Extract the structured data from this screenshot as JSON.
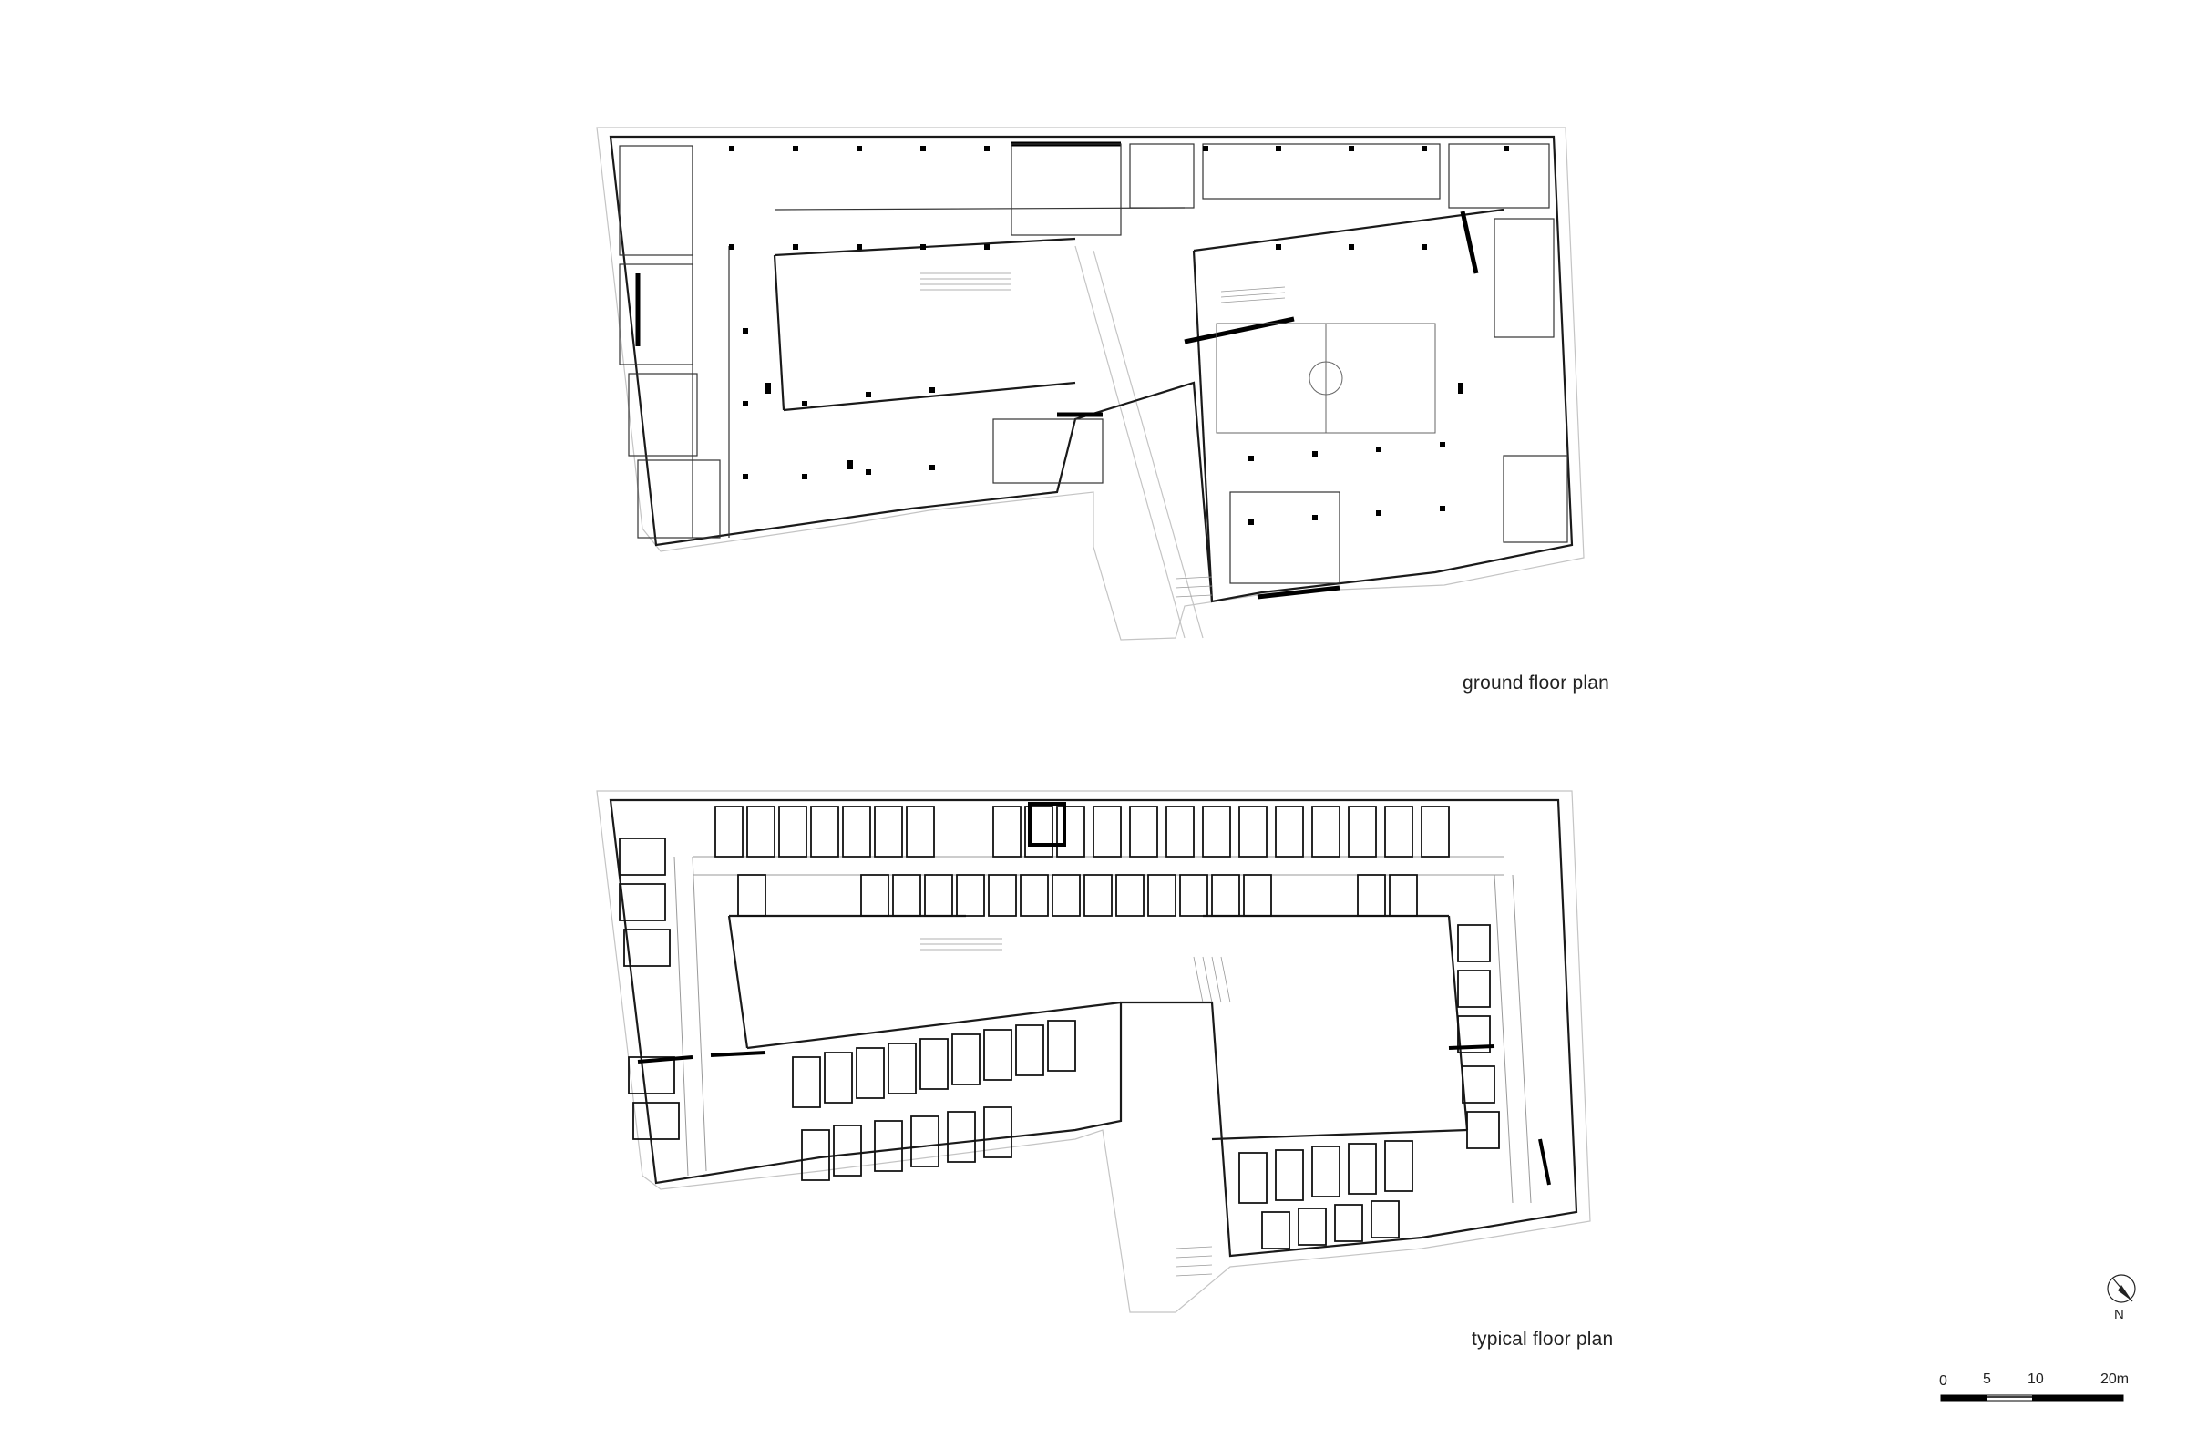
{
  "drawings": {
    "ground": {
      "label": "ground floor plan"
    },
    "typical": {
      "label": "typical floor plan"
    }
  },
  "north_arrow": {
    "letter": "N"
  },
  "scale_bar": {
    "ticks": [
      "0",
      "5",
      "10",
      "20m"
    ]
  }
}
